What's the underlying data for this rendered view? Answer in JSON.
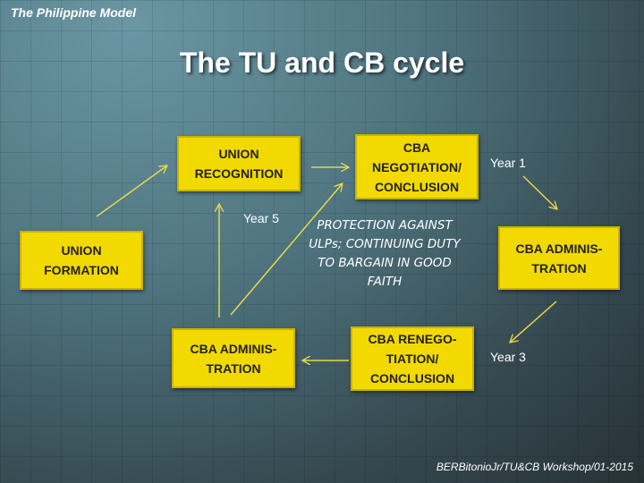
{
  "header": "The Philippine Model",
  "title": "The TU and CB cycle",
  "boxes": {
    "union_formation": "UNION FORMATION",
    "union_recognition": "UNION RECOGNITION",
    "cba_negotiation": "CBA NEGOTIATION/ CONCLUSION",
    "cba_admin_right": "CBA ADMINIS-TRATION",
    "cba_renegotiation": "CBA RENEGO-TIATION/ CONCLUSION",
    "cba_admin_left": "CBA ADMINIS-TRATION"
  },
  "labels": {
    "year1": "Year 1",
    "year3": "Year 3",
    "year5": "Year 5"
  },
  "note": "PROTECTION AGAINST ULPs; CONTINUING DUTY TO BARGAIN IN GOOD FAITH",
  "footer": "BERBitonioJr/TU&CB Workshop/01-2015",
  "colors": {
    "box": "#f2d900",
    "arrow": "#e8d84a"
  }
}
